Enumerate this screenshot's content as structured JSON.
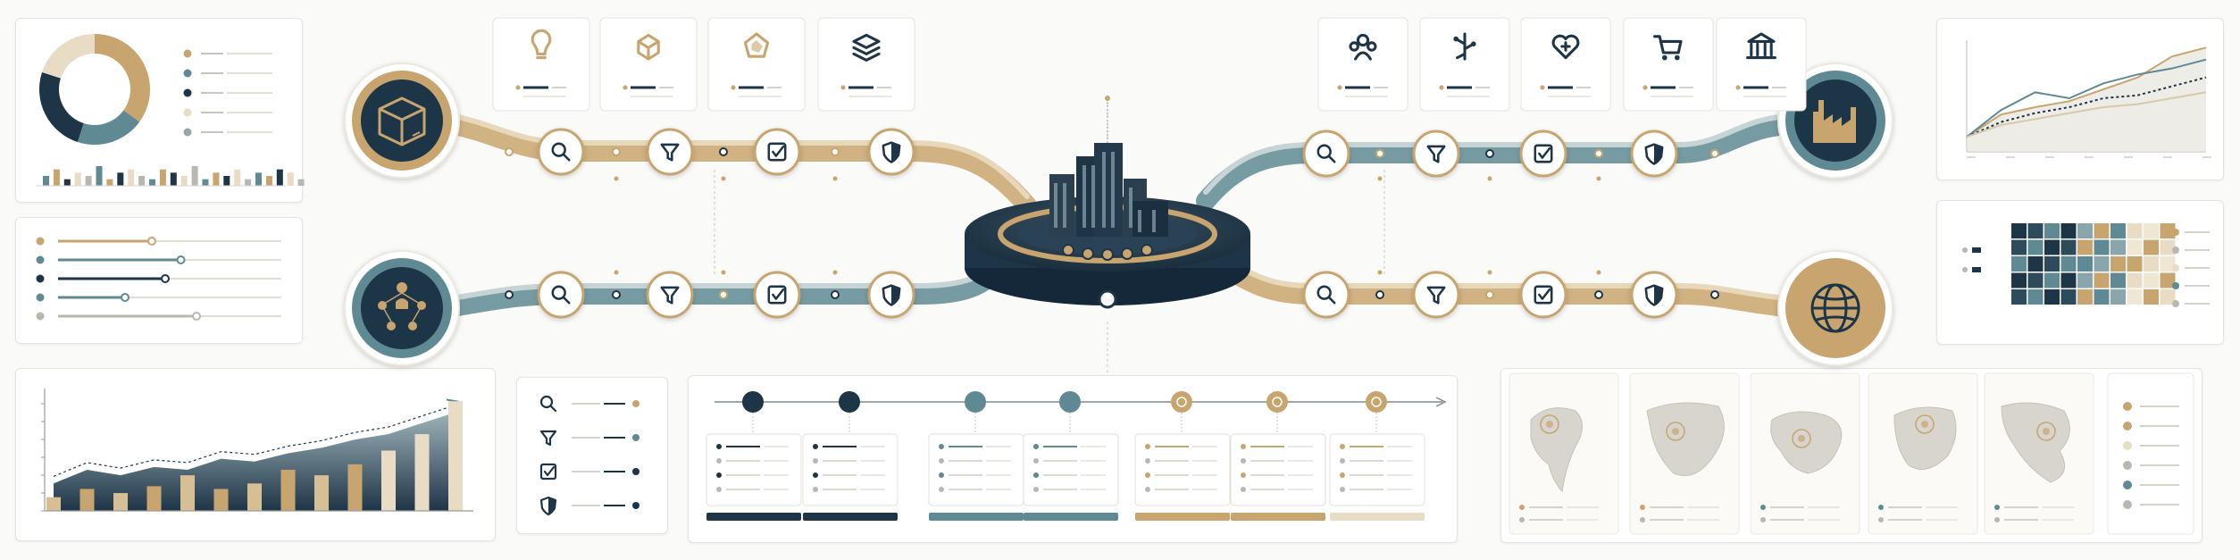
{
  "colors": {
    "navy": "#1e3547",
    "teal": "#5f8a93",
    "gold": "#c8a46e",
    "sand": "#e8dcc4",
    "grey": "#b9b7b2",
    "line": "#d9d6cf"
  },
  "icons": {
    "source_left_top": "box-icon",
    "source_left_bottom": "people-network-icon",
    "target_right_top": "factory-icon",
    "target_right_bottom": "globe-icon",
    "hub": "city-buildings-icon",
    "pipeline_steps": [
      "search-icon",
      "filter-icon",
      "checkmark-icon",
      "shield-icon"
    ],
    "top_left_cards": [
      "lightbulb-icon",
      "cube-icon",
      "radar-icon",
      "layers-icon"
    ],
    "top_right_cards": [
      "team-icon",
      "circuit-icon",
      "heart-icon",
      "shopping-cart-icon",
      "bank-icon"
    ],
    "legend_list": [
      "search-icon",
      "filter-icon",
      "checkmark-icon",
      "shield-icon"
    ]
  },
  "chart_data": [
    {
      "type": "pie",
      "values": [
        35,
        20,
        25,
        20
      ],
      "series_colors": [
        "#c8a46e",
        "#5f8a93",
        "#1e3547",
        "#e8dcc4"
      ]
    },
    {
      "type": "bar",
      "values": [
        3,
        5,
        2,
        4,
        3,
        6,
        2,
        4,
        5,
        3,
        2,
        5,
        4,
        3,
        6,
        2,
        4,
        3,
        5,
        2,
        4,
        3,
        5,
        4,
        2
      ]
    },
    {
      "type": "area",
      "values": [
        2,
        3,
        2.6,
        3.2,
        3,
        3.8,
        3.6,
        4.2,
        4.6,
        5.2,
        5.6,
        6.4,
        7.2
      ],
      "bars": [
        1,
        1.6,
        1.3,
        1.8,
        2.6,
        1.6,
        2,
        3,
        2.6,
        3.4,
        4.4,
        5.6,
        8
      ]
    },
    {
      "type": "line",
      "series": [
        {
          "values": [
            1,
            2.5,
            3,
            3.4,
            4.2,
            5,
            6.4,
            7
          ]
        },
        {
          "values": [
            1,
            2.8,
            4,
            3.6,
            4.6,
            5.2,
            5.6,
            6.2
          ]
        },
        {
          "values": [
            1,
            2,
            2.6,
            3,
            3.6,
            3.8,
            4.4,
            5
          ]
        },
        {
          "values": [
            1,
            1.8,
            2.2,
            2.6,
            3,
            3.2,
            3.6,
            4
          ]
        }
      ]
    },
    {
      "type": "heatmap",
      "rows": 5,
      "cols": 10
    }
  ],
  "sliders": [
    0.42,
    0.55,
    0.48,
    0.3,
    0.62
  ],
  "timeline_steps": 7,
  "map_cards": 5
}
